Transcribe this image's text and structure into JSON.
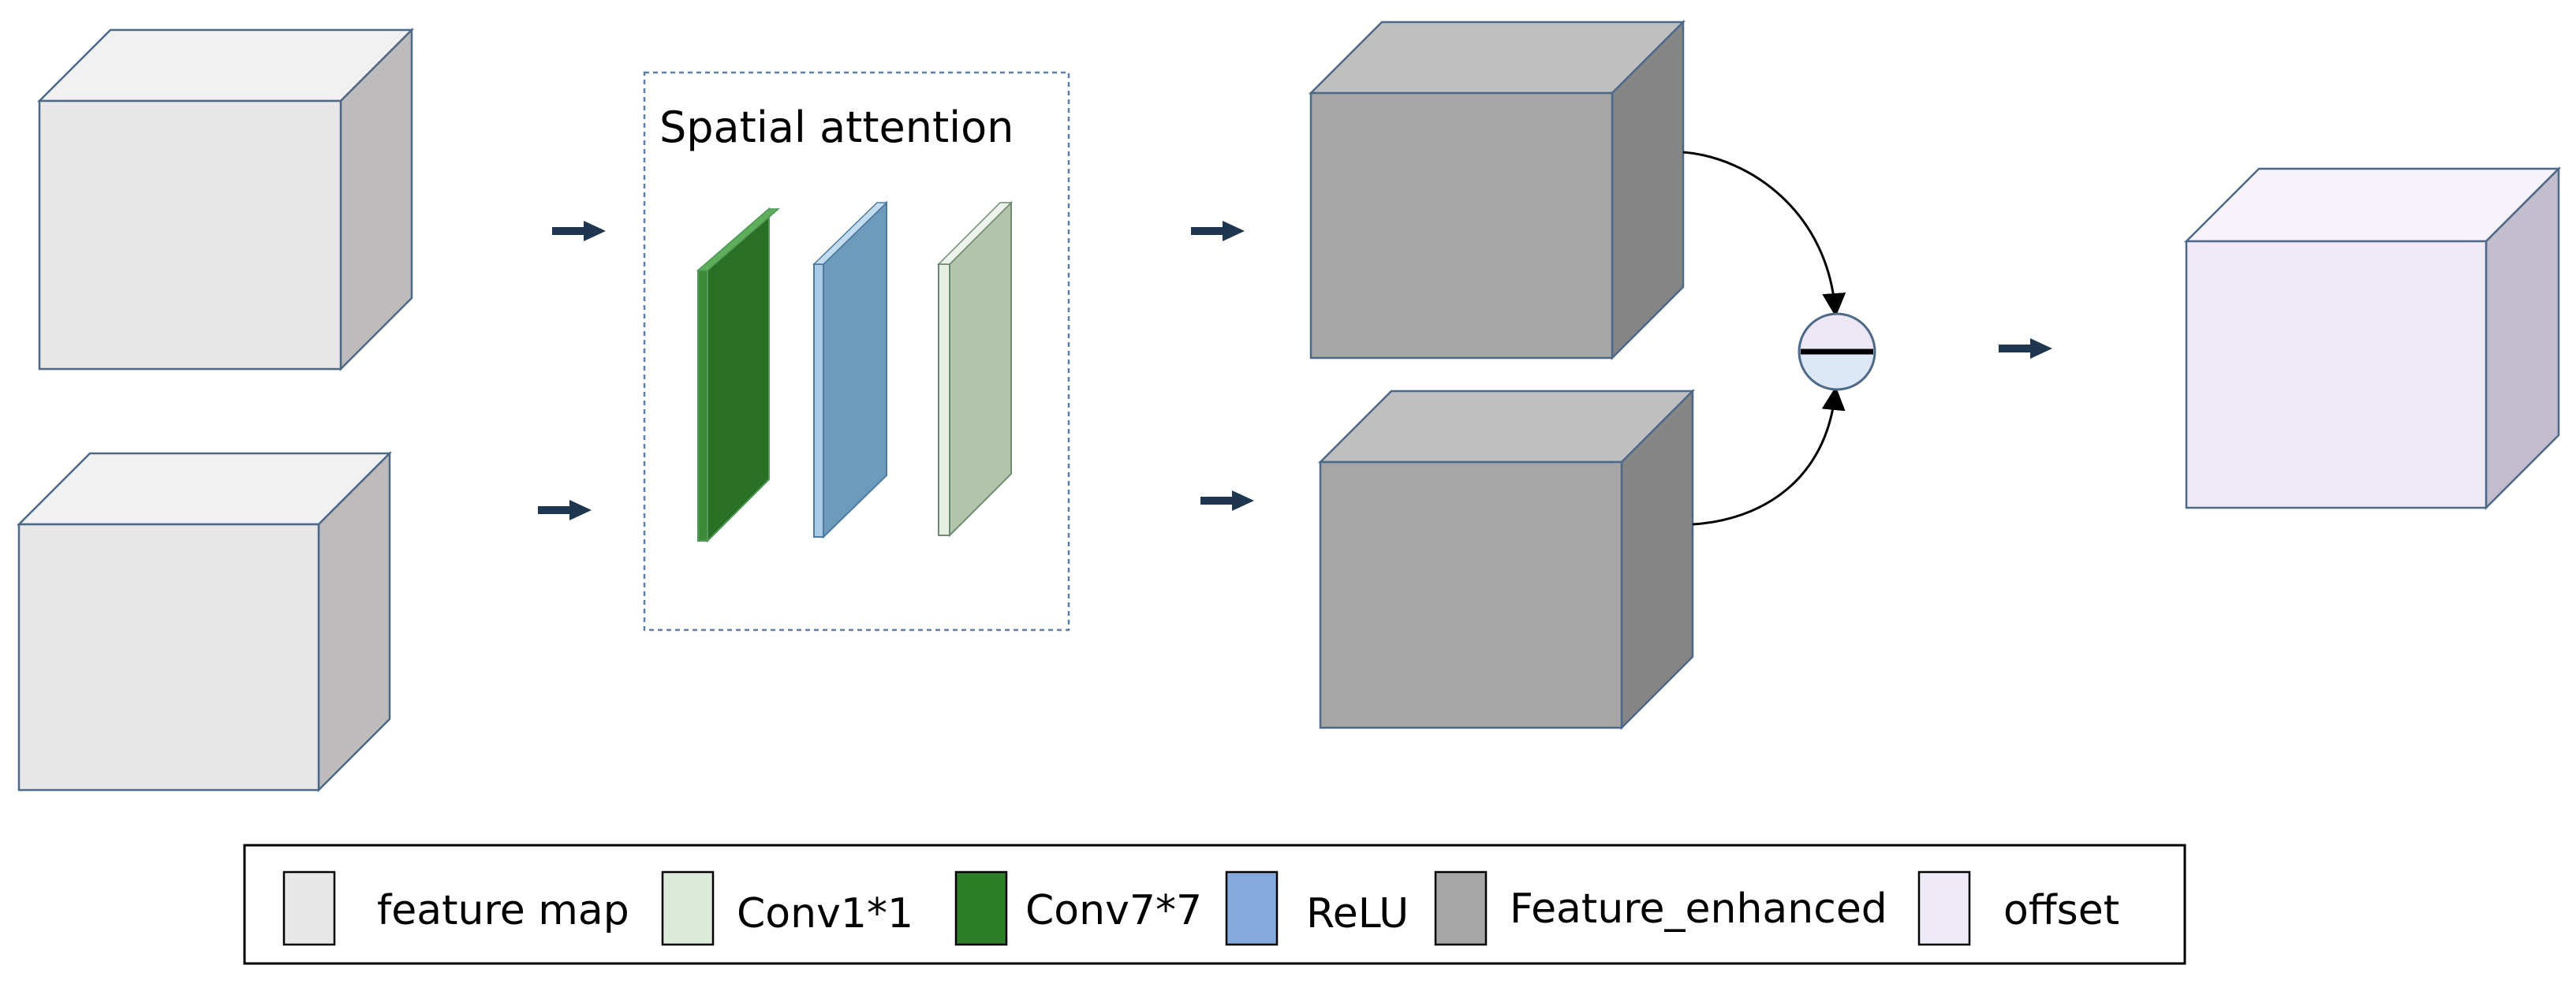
{
  "attention_block": {
    "title": "Spatial attention"
  },
  "operator": {
    "symbol": "minus",
    "name": "subtraction"
  },
  "colors": {
    "feature_map": "#e7e7e7",
    "conv1x1": "#b3c4ad",
    "conv7x7": "#2a7024",
    "relu": "#6d9bbd",
    "feature_enhanced": "#a6a6a6",
    "offset": "#efeaf8",
    "arrow": "#1e3650",
    "outline": "#4e6888"
  },
  "legend": {
    "items": [
      {
        "label": "feature map",
        "color": "#e7e7e7"
      },
      {
        "label": "Conv1*1",
        "color": "#dcebd9"
      },
      {
        "label": "Conv7*7",
        "color": "#2e7d27"
      },
      {
        "label": "ReLU",
        "color": "#84abdc"
      },
      {
        "label": "Feature_enhanced",
        "color": "#a6a6a6"
      },
      {
        "label": "offset",
        "color": "#efeaf8"
      }
    ]
  }
}
